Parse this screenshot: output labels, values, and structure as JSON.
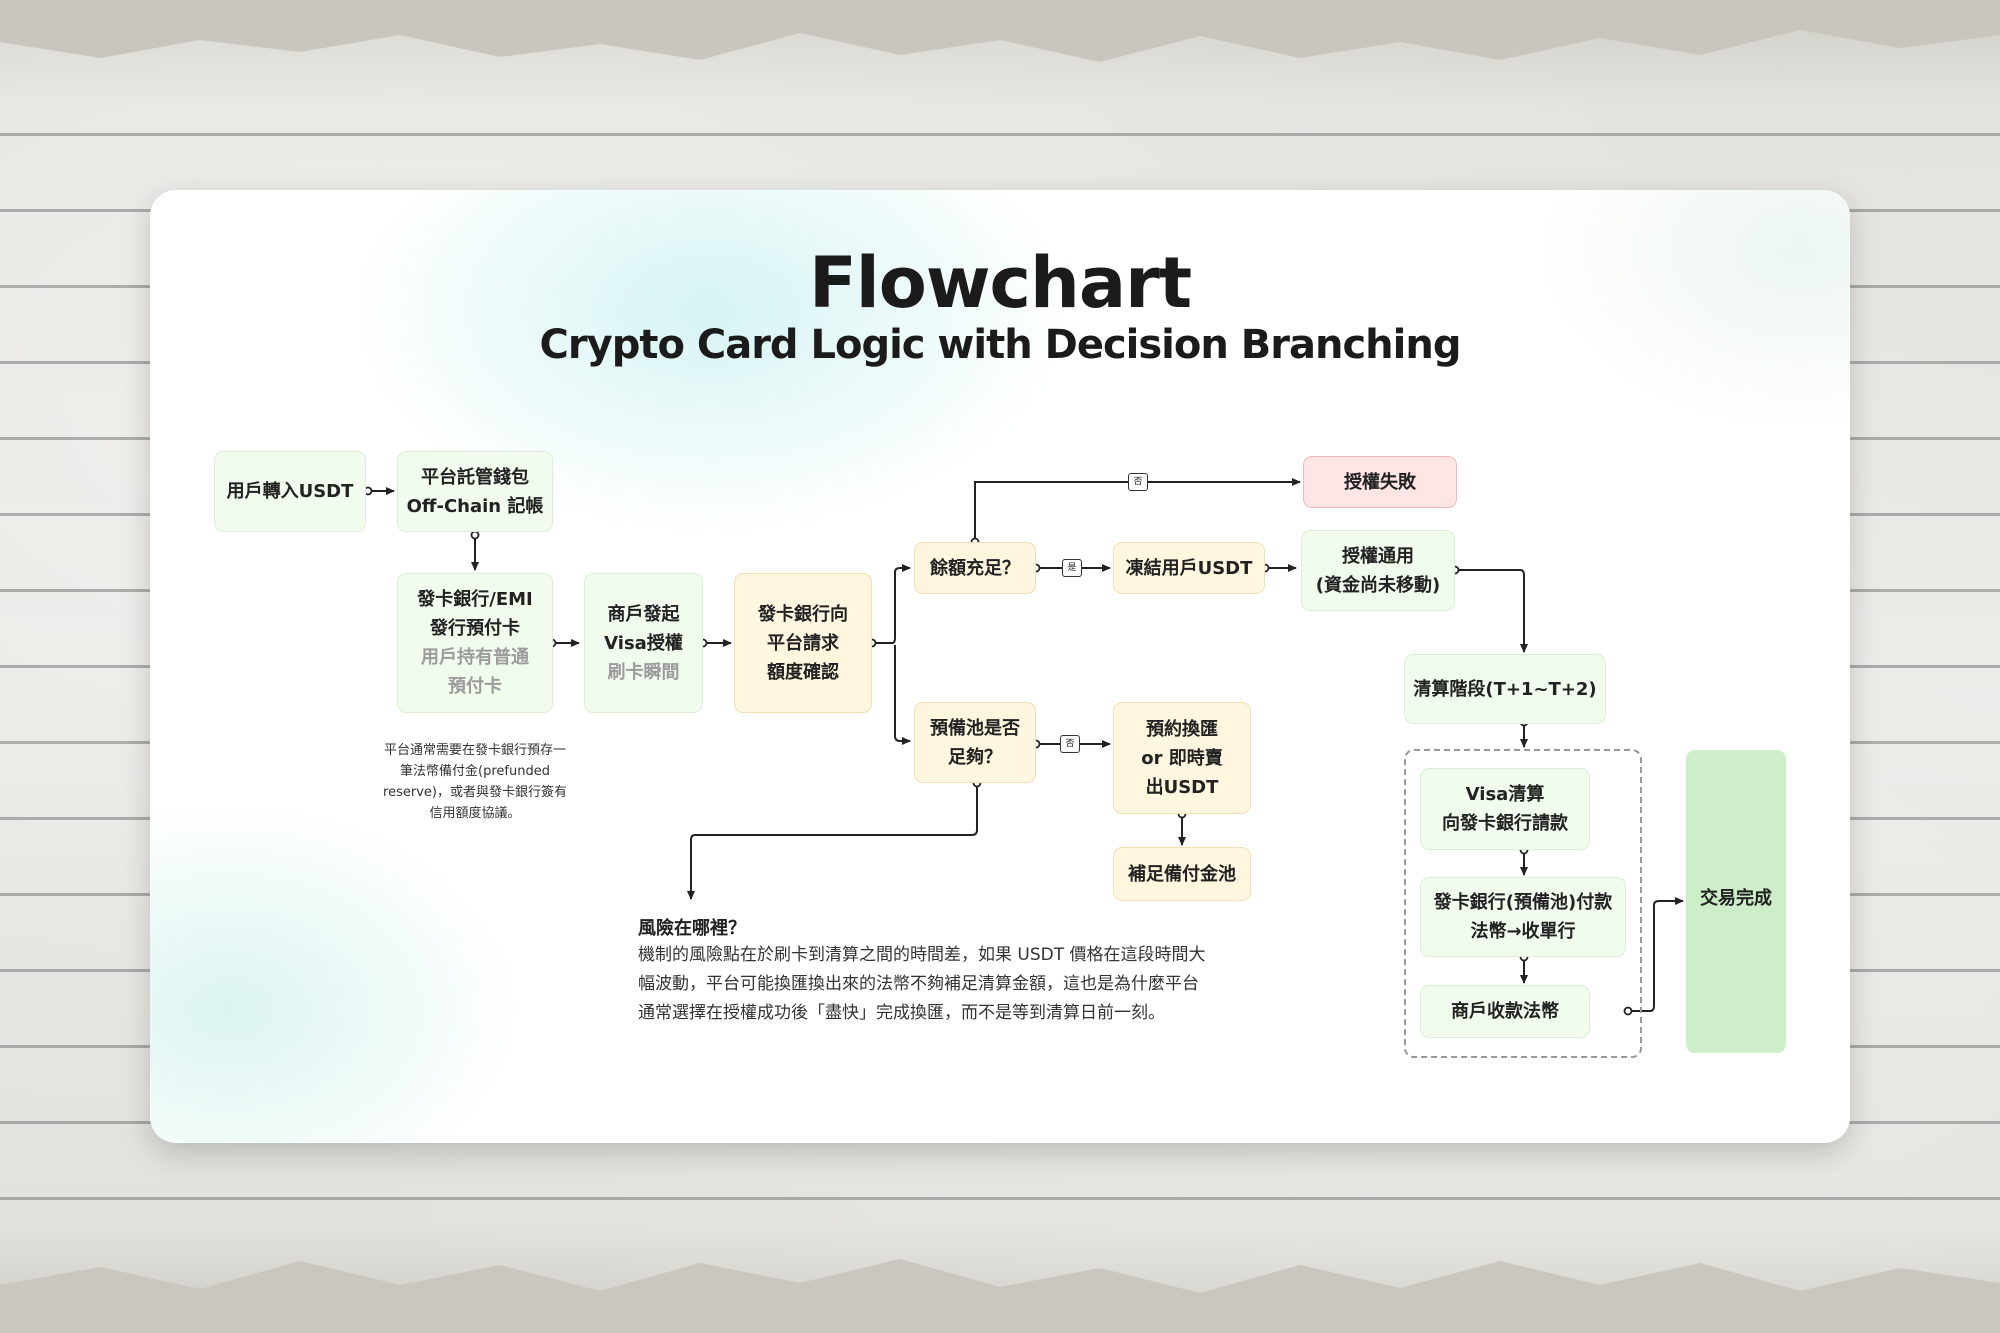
{
  "title": "Flowchart",
  "subtitle": "Crypto Card Logic with Decision Branching",
  "nodes": {
    "user_usdt": "用戶轉入USDT",
    "platform_wallet_1": "平台託管錢包",
    "platform_wallet_2": "Off-Chain 記帳",
    "issuer_1": "發卡銀行/EMI",
    "issuer_2": "發行預付卡",
    "issuer_3": "用戶持有普通",
    "issuer_4": "預付卡",
    "merchant_1": "商戶發起",
    "merchant_2": "Visa授權",
    "merchant_3": "刷卡瞬間",
    "request_1": "發卡銀行向",
    "request_2": "平台請求",
    "request_3": "額度確認",
    "balance_check": "餘額充足？",
    "reserve_check_1": "預備池是否",
    "reserve_check_2": "足夠？",
    "auth_fail": "授權失敗",
    "freeze_usdt": "凍結用戶USDT",
    "auth_pass_1": "授權通用",
    "auth_pass_2": "(資金尚未移動)",
    "exchange_1": "預約換匯",
    "exchange_2": "or 即時賣",
    "exchange_3": "出USDT",
    "top_up_reserve": "補足備付金池",
    "settlement_stage": "清算階段(T+1~T+2)",
    "visa_settle_1": "Visa清算",
    "visa_settle_2": "向發卡銀行請款",
    "issuer_pay_1": "發卡銀行(預備池)付款",
    "issuer_pay_2": "法幣→收單行",
    "merchant_receive": "商戶收款法幣",
    "transaction_complete": "交易完成"
  },
  "labels": {
    "no_1": "否",
    "yes": "是",
    "no_2": "否"
  },
  "note": {
    "line1": "平台通常需要在發卡銀行預存一",
    "line2": "筆法幣備付金(prefunded",
    "line3": "reserve)，或者與發卡銀行簽有",
    "line4": "信用額度協議。"
  },
  "risk": {
    "title": "風險在哪裡？",
    "line1": "機制的風險點在於刷卡到清算之間的時間差，如果 USDT 價格在這段時間大",
    "line2": "幅波動，平台可能換匯換出來的法幣不夠補足清算金額，這也是為什麼平台",
    "line3": "通常選擇在授權成功後「盡快」完成換匯，而不是等到清算日前一刻。"
  },
  "colors": {
    "green_node": "#f1fbee",
    "yellow_node": "#fff6df",
    "red_node": "#ffe5e5",
    "complete_node": "#cdeec9",
    "text": "#222222"
  }
}
